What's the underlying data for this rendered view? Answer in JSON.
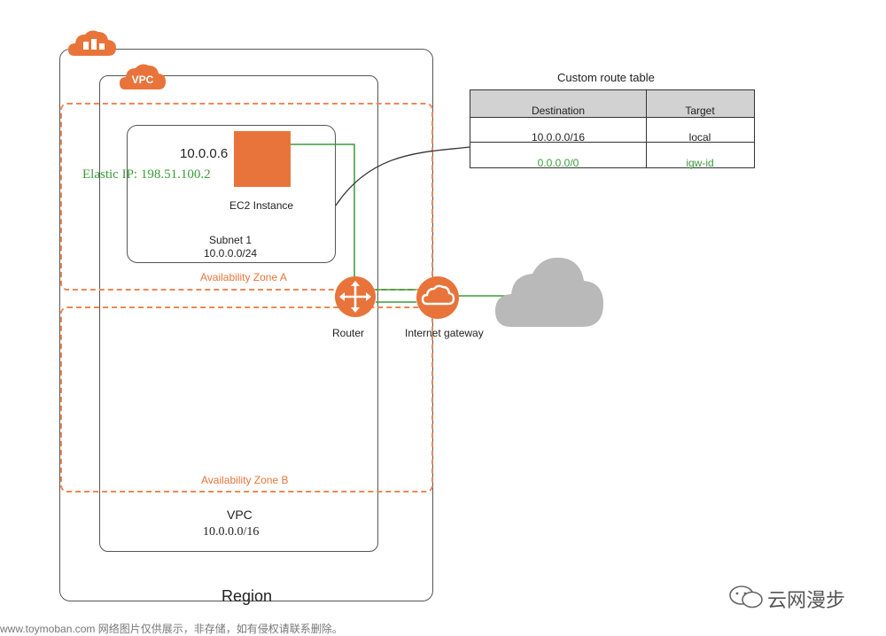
{
  "colors": {
    "aws_orange": "#e8743b",
    "zone_dash": "#e9895a",
    "route_green": "#3a9c3a",
    "cloud_gray": "#b9b9b9",
    "table_header_bg": "#d2d2d2"
  },
  "icons": {
    "region": "aws-region-cloud-icon",
    "vpc": "vpc-cloud-icon",
    "router": "router-icon",
    "internet_gateway": "internet-gateway-icon",
    "internet": "internet-cloud-icon",
    "ec2": "ec2-instance-icon",
    "watermark": "wechat-icon"
  },
  "vpc_badge": "VPC",
  "instance": {
    "private_ip": "10.0.0.6",
    "elastic_ip": "Elastic IP: 198.51.100.2",
    "label": "EC2 Instance"
  },
  "subnet": {
    "name": "Subnet 1",
    "cidr": "10.0.0.0/24"
  },
  "zones": {
    "a": "Availability Zone A",
    "b": "Availability Zone B"
  },
  "router_label": "Router",
  "igw_label": "Internet gateway",
  "vpc": {
    "name": "VPC",
    "cidr": "10.0.0.0/16"
  },
  "region_label": "Region",
  "route_table": {
    "title": "Custom route table",
    "headers": [
      "Destination",
      "Target"
    ],
    "rows": [
      {
        "destination": "10.0.0.0/16",
        "target": "local"
      },
      {
        "destination": "0.0.0.0/0",
        "target": "igw-id"
      }
    ]
  },
  "watermark": {
    "brand": "云网漫步",
    "footer": "www.toymoban.com 网络图片仅供展示，非存储，如有侵权请联系删除。"
  }
}
